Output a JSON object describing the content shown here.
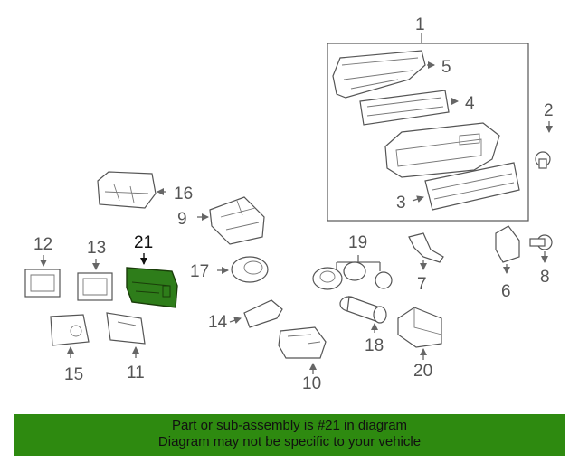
{
  "callouts": {
    "c1": "1",
    "c2": "2",
    "c3": "3",
    "c4": "4",
    "c5": "5",
    "c6": "6",
    "c7": "7",
    "c8": "8",
    "c9": "9",
    "c10": "10",
    "c11": "11",
    "c12": "12",
    "c13": "13",
    "c14": "14",
    "c15": "15",
    "c16": "16",
    "c17": "17",
    "c18": "18",
    "c19": "19",
    "c20": "20",
    "c21": "21"
  },
  "highlight": {
    "part": "21",
    "color": "#2e7d1a"
  },
  "footer": {
    "line1": "Part or sub-assembly is #21 in diagram",
    "line2": "Diagram may not be specific to your vehicle",
    "bg_color": "#2e8a10"
  }
}
